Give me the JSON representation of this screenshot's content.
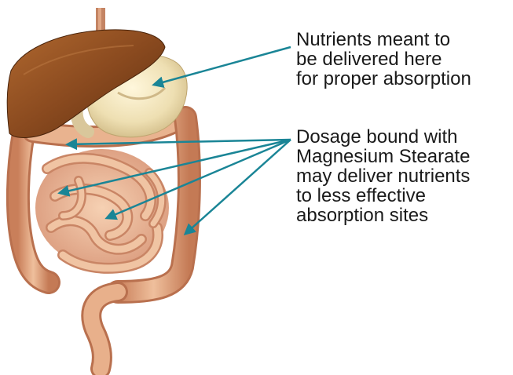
{
  "callouts": [
    {
      "lines": [
        "Nutrients meant to",
        "be delivered here",
        "for proper absorption"
      ]
    },
    {
      "lines": [
        "Dosage bound with",
        "Magnesium Stearate",
        "may deliver nutrients",
        "to less effective",
        "absorption sites"
      ]
    }
  ],
  "colors": {
    "arrow": "#1a8596",
    "liver": "#8a4a1f",
    "stomach": "#eedfb2",
    "intestine": "#e7b18c",
    "text": "#1a1a1a"
  }
}
